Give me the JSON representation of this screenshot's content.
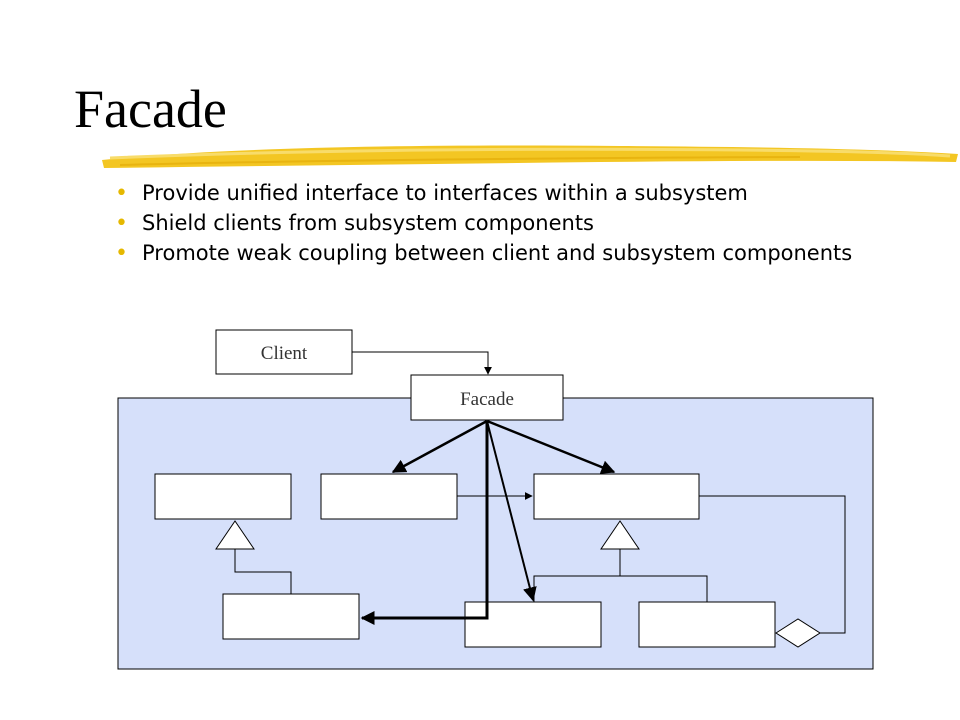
{
  "title": "Facade",
  "bullets": [
    "Provide unified interface to interfaces within a subsystem",
    "Shield clients from subsystem components",
    "Promote weak coupling between client and subsystem components"
  ],
  "diagram": {
    "client_label": "Client",
    "facade_label": "Facade"
  },
  "colors": {
    "subsystem_fill": "#d6e0fa",
    "brush_stroke": "#f0c419",
    "bullet": "#e5b800"
  }
}
